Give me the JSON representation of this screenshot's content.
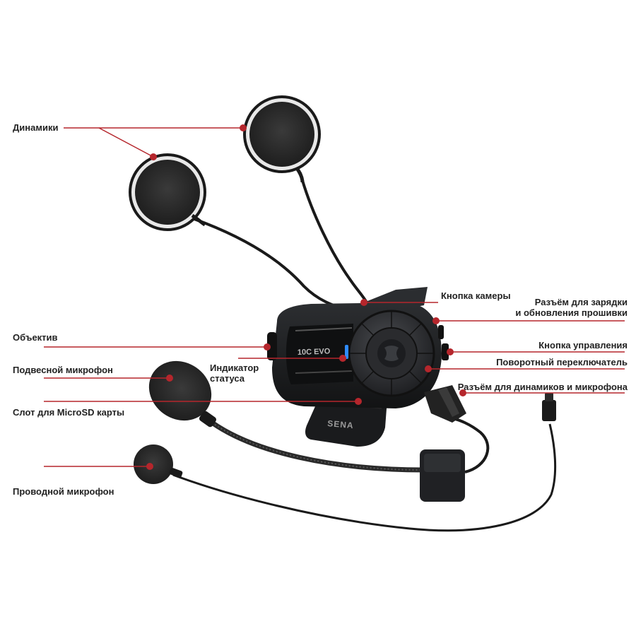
{
  "colors": {
    "leader": "#b5262c",
    "dot": "#b5262c",
    "device": "#1b1c1e",
    "device_light": "#3a3c40",
    "foam": "#2a2a2a",
    "cable": "#1a1a1a",
    "led": "#2f8bff"
  },
  "device": {
    "model_label": "10C EVO",
    "brand_label": "SENA"
  },
  "labels": {
    "speakers": "Динамики",
    "camera_button": "Кнопка камеры",
    "charging_port_line1": "Разъём для зарядки",
    "charging_port_line2": "и обновления прошивки",
    "lens": "Объектив",
    "control_button": "Кнопка управления",
    "boom_mic": "Подвесной микрофон",
    "status_indicator_line1": "Индикатор",
    "status_indicator_line2": "статуса",
    "jog_dial": "Поворотный переключатель",
    "speaker_mic_port": "Разъём для динамиков и микрофона",
    "microsd_slot": "Слот для MicroSD карты",
    "wired_mic": "Проводной микрофон"
  }
}
